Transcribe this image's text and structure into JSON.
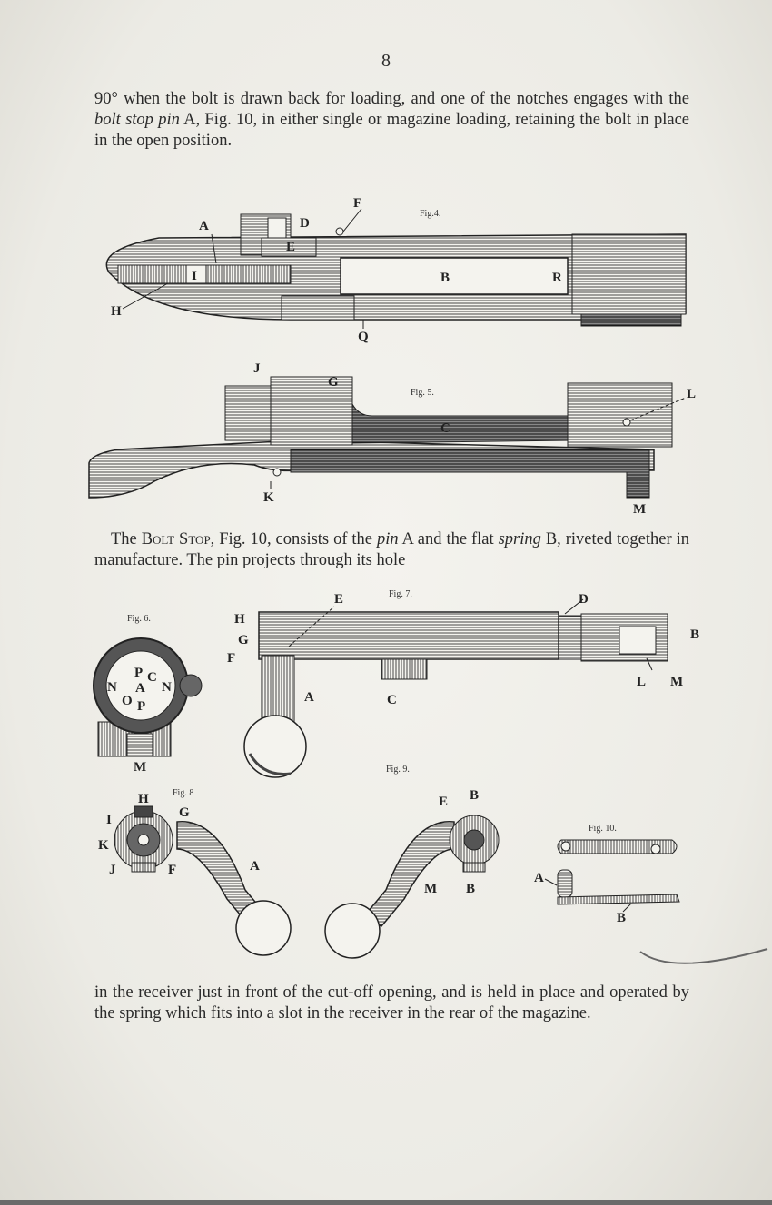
{
  "page": {
    "number": "8",
    "para1": {
      "before": "90° when the bolt is drawn back for loading, and one of the notches engages with the ",
      "italic": "bolt stop pin",
      "after": " A, Fig. 10, in either single or magazine loading, retaining the bolt in place in the open position."
    },
    "para2": {
      "prefix": "The ",
      "smallcaps": "Bolt Stop",
      "mid1": ", Fig. 10, consists of the ",
      "italic1": "pin",
      "mid2": " A and the flat ",
      "italic2": "spring",
      "after": " B, riveted together in manufacture. The pin projects through its hole"
    },
    "para3": "in the receiver just in front of the cut-off opening, and is held in place and operated by the spring which fits into a slot in the receiver in the rear of the magazine."
  },
  "figures": {
    "fig4": {
      "caption": "Fig.4.",
      "labels": [
        "F",
        "A",
        "D",
        "E",
        "I",
        "B",
        "R",
        "H",
        "Q"
      ]
    },
    "fig5": {
      "caption": "Fig. 5.",
      "labels": [
        "J",
        "G",
        "L",
        "C",
        "K",
        "M"
      ]
    },
    "fig6": {
      "caption": "Fig. 6.",
      "labels": [
        "P",
        "C",
        "N",
        "A",
        "N",
        "O",
        "P",
        "M"
      ]
    },
    "fig7": {
      "caption": "Fig. 7.",
      "labels": [
        "E",
        "D",
        "H",
        "G",
        "F",
        "B",
        "A",
        "C",
        "L",
        "M"
      ]
    },
    "fig8": {
      "caption": "Fig. 8",
      "labels": [
        "H",
        "G",
        "I",
        "K",
        "J",
        "F",
        "A"
      ]
    },
    "fig9": {
      "caption": "Fig. 9.",
      "labels": [
        "E",
        "B",
        "M",
        "B"
      ]
    },
    "fig10": {
      "caption": "Fig. 10.",
      "labels": [
        "A",
        "B"
      ]
    }
  }
}
